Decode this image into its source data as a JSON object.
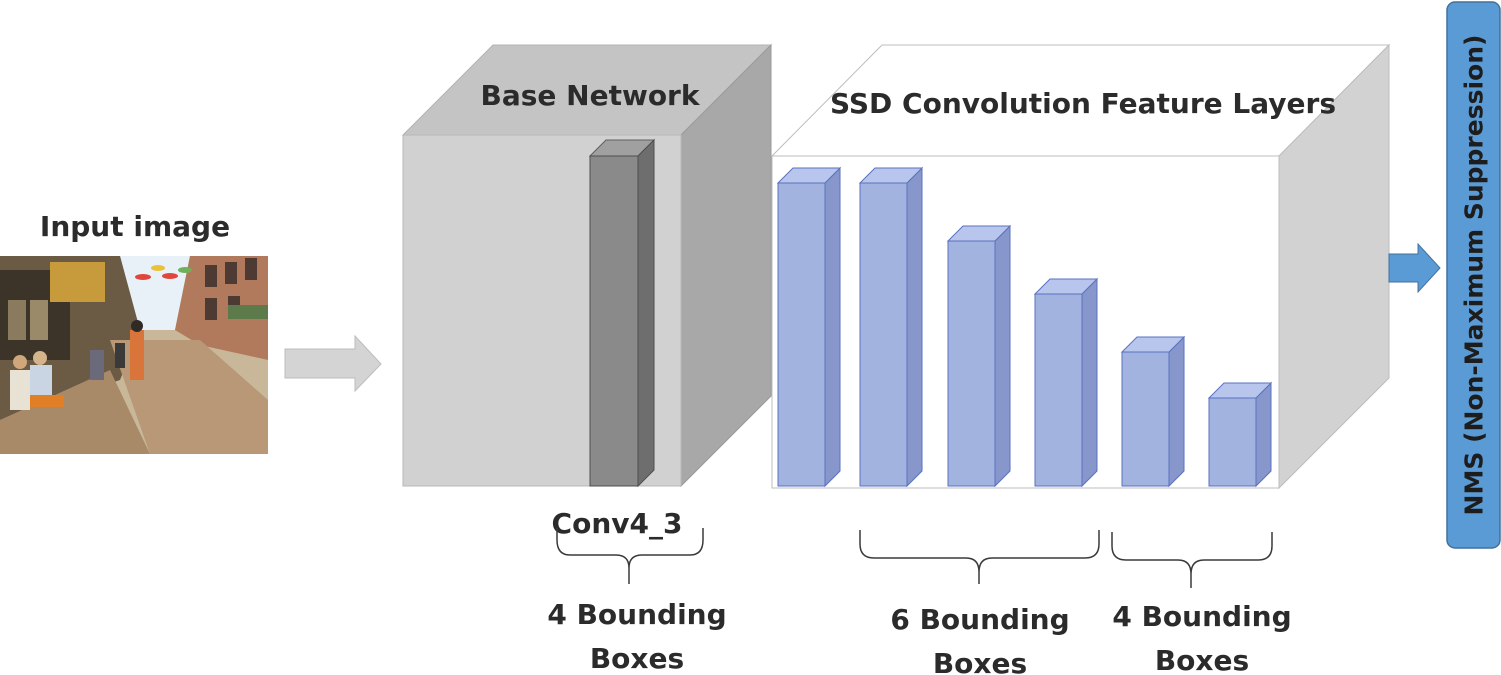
{
  "input": {
    "label": "Input image"
  },
  "base_network": {
    "label": "Base Network",
    "layer_label": "Conv4_3"
  },
  "ssd_layers": {
    "label": "SSD Convolution Feature Layers"
  },
  "nms": {
    "label": "NMS (Non-Maximum Suppression)"
  },
  "groups": [
    {
      "line1": "4 Bounding",
      "line2": "Boxes"
    },
    {
      "line1": "6 Bounding",
      "line2": "Boxes"
    },
    {
      "line1": "4 Bounding",
      "line2": "Boxes"
    }
  ],
  "colors": {
    "base_front": "#d1d1d1",
    "base_top": "#c4c4c4",
    "base_side": "#a8a8a8",
    "conv_front": "#8a8a8a",
    "feature_front": "#a3b3e0",
    "feature_side": "#8797cc",
    "feature_top": "#b8c5ec",
    "feature_stroke": "#5a72c0",
    "nms_fill": "#5b9bd5",
    "nms_stroke": "#41719c",
    "arrow_gray": "#d4d4d4",
    "arrow_blue": "#5b9bd5"
  }
}
